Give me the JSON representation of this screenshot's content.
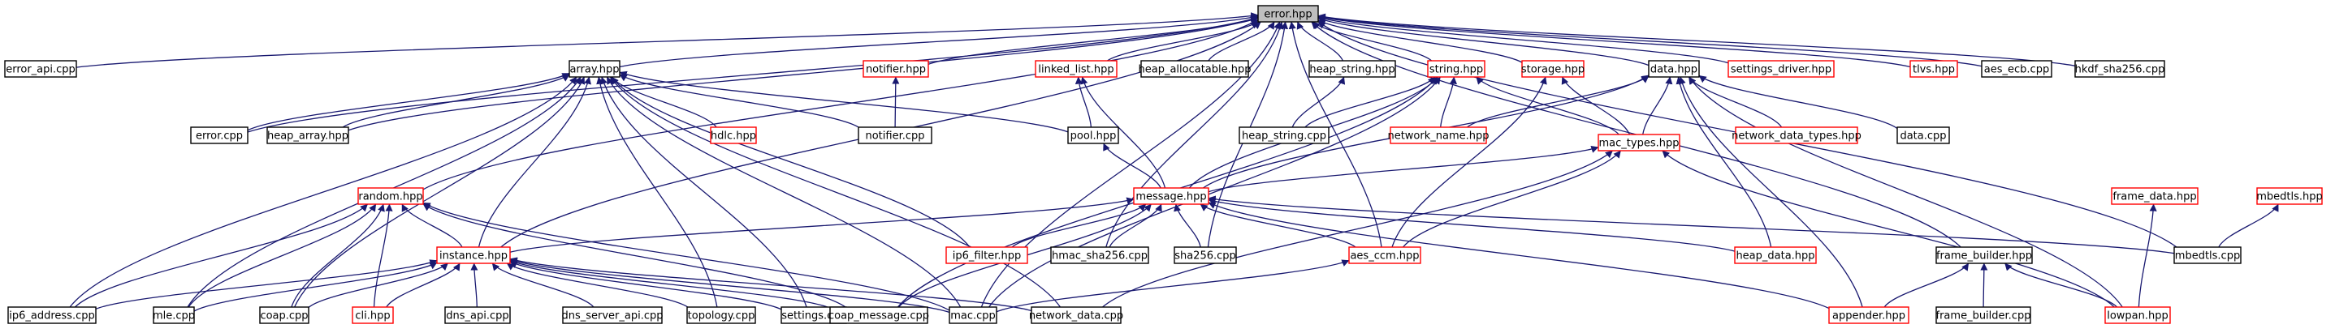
{
  "colors": {
    "edge": "#191970",
    "box_black": "#000000",
    "box_red": "#ff0000",
    "root_fill": "#bfbfbf"
  },
  "graph": {
    "root": "error.hpp",
    "nodes": [
      {
        "id": "error_hpp",
        "label": "error.hpp",
        "style": "root"
      },
      {
        "id": "error_api_cpp",
        "label": "error_api.cpp",
        "style": "black"
      },
      {
        "id": "array_hpp",
        "label": "array.hpp",
        "style": "black"
      },
      {
        "id": "notifier_hpp",
        "label": "notifier.hpp",
        "style": "red"
      },
      {
        "id": "linked_list_hpp",
        "label": "linked_list.hpp",
        "style": "red"
      },
      {
        "id": "heap_allocatable_hpp",
        "label": "heap_allocatable.hpp",
        "style": "black"
      },
      {
        "id": "heap_string_hpp",
        "label": "heap_string.hpp",
        "style": "black"
      },
      {
        "id": "string_hpp",
        "label": "string.hpp",
        "style": "red"
      },
      {
        "id": "storage_hpp",
        "label": "storage.hpp",
        "style": "red"
      },
      {
        "id": "data_hpp",
        "label": "data.hpp",
        "style": "black"
      },
      {
        "id": "settings_driver_hpp",
        "label": "settings_driver.hpp",
        "style": "red"
      },
      {
        "id": "tlvs_hpp",
        "label": "tlvs.hpp",
        "style": "red"
      },
      {
        "id": "aes_ecb_cpp",
        "label": "aes_ecb.cpp",
        "style": "black"
      },
      {
        "id": "hkdf_sha256_cpp",
        "label": "hkdf_sha256.cpp",
        "style": "black"
      },
      {
        "id": "error_cpp",
        "label": "error.cpp",
        "style": "black"
      },
      {
        "id": "heap_array_hpp",
        "label": "heap_array.hpp",
        "style": "black"
      },
      {
        "id": "hdlc_hpp",
        "label": "hdlc.hpp",
        "style": "red"
      },
      {
        "id": "notifier_cpp",
        "label": "notifier.cpp",
        "style": "black"
      },
      {
        "id": "pool_hpp",
        "label": "pool.hpp",
        "style": "black"
      },
      {
        "id": "heap_string_cpp",
        "label": "heap_string.cpp",
        "style": "black"
      },
      {
        "id": "network_name_hpp",
        "label": "network_name.hpp",
        "style": "red"
      },
      {
        "id": "mac_types_hpp",
        "label": "mac_types.hpp",
        "style": "red"
      },
      {
        "id": "network_data_types_hpp",
        "label": "network_data_types.hpp",
        "style": "red"
      },
      {
        "id": "data_cpp",
        "label": "data.cpp",
        "style": "black"
      },
      {
        "id": "mbedtls_hpp",
        "label": "mbedtls.hpp",
        "style": "red"
      },
      {
        "id": "random_hpp",
        "label": "random.hpp",
        "style": "red"
      },
      {
        "id": "message_hpp",
        "label": "message.hpp",
        "style": "red"
      },
      {
        "id": "frame_data_hpp",
        "label": "frame_data.hpp",
        "style": "red"
      },
      {
        "id": "instance_hpp",
        "label": "instance.hpp",
        "style": "red"
      },
      {
        "id": "ip6_filter_hpp",
        "label": "ip6_filter.hpp",
        "style": "red"
      },
      {
        "id": "hmac_sha256_cpp",
        "label": "hmac_sha256.cpp",
        "style": "black"
      },
      {
        "id": "sha256_cpp",
        "label": "sha256.cpp",
        "style": "black"
      },
      {
        "id": "aes_ccm_hpp",
        "label": "aes_ccm.hpp",
        "style": "red"
      },
      {
        "id": "heap_data_hpp",
        "label": "heap_data.hpp",
        "style": "red"
      },
      {
        "id": "frame_builder_hpp",
        "label": "frame_builder.hpp",
        "style": "black"
      },
      {
        "id": "mbedtls_cpp",
        "label": "mbedtls.cpp",
        "style": "black"
      },
      {
        "id": "ip6_address_cpp",
        "label": "ip6_address.cpp",
        "style": "black"
      },
      {
        "id": "mle_cpp",
        "label": "mle.cpp",
        "style": "black"
      },
      {
        "id": "coap_cpp",
        "label": "coap.cpp",
        "style": "black"
      },
      {
        "id": "cli_hpp",
        "label": "cli.hpp",
        "style": "red"
      },
      {
        "id": "dns_api_cpp",
        "label": "dns_api.cpp",
        "style": "black"
      },
      {
        "id": "dns_server_api_cpp",
        "label": "dns_server_api.cpp",
        "style": "black"
      },
      {
        "id": "topology_cpp",
        "label": "topology.cpp",
        "style": "black"
      },
      {
        "id": "settings_cpp",
        "label": "settings.cpp",
        "style": "black"
      },
      {
        "id": "coap_message_cpp",
        "label": "coap_message.cpp",
        "style": "black"
      },
      {
        "id": "mac_cpp",
        "label": "mac.cpp",
        "style": "black"
      },
      {
        "id": "network_data_cpp",
        "label": "network_data.cpp",
        "style": "black"
      },
      {
        "id": "appender_hpp",
        "label": "appender.hpp",
        "style": "red"
      },
      {
        "id": "frame_builder_cpp",
        "label": "frame_builder.cpp",
        "style": "black"
      },
      {
        "id": "lowpan_hpp",
        "label": "lowpan.hpp",
        "style": "red"
      }
    ],
    "edges": [
      [
        "error_api_cpp",
        "error_hpp"
      ],
      [
        "array_hpp",
        "error_hpp"
      ],
      [
        "notifier_hpp",
        "error_hpp"
      ],
      [
        "linked_list_hpp",
        "error_hpp"
      ],
      [
        "heap_allocatable_hpp",
        "error_hpp"
      ],
      [
        "heap_string_hpp",
        "error_hpp"
      ],
      [
        "string_hpp",
        "error_hpp"
      ],
      [
        "storage_hpp",
        "error_hpp"
      ],
      [
        "data_hpp",
        "error_hpp"
      ],
      [
        "settings_driver_hpp",
        "error_hpp"
      ],
      [
        "tlvs_hpp",
        "error_hpp"
      ],
      [
        "aes_ecb_cpp",
        "error_hpp"
      ],
      [
        "hkdf_sha256_cpp",
        "error_hpp"
      ],
      [
        "error_cpp",
        "error_hpp"
      ],
      [
        "heap_array_hpp",
        "error_hpp"
      ],
      [
        "random_hpp",
        "error_hpp"
      ],
      [
        "instance_hpp",
        "error_hpp"
      ],
      [
        "mbedtls_cpp",
        "error_hpp"
      ],
      [
        "frame_builder_hpp",
        "error_hpp"
      ],
      [
        "hmac_sha256_cpp",
        "error_hpp"
      ],
      [
        "sha256_cpp",
        "error_hpp"
      ],
      [
        "aes_ccm_hpp",
        "error_hpp"
      ],
      [
        "mac_cpp",
        "error_hpp"
      ],
      [
        "error_cpp",
        "array_hpp"
      ],
      [
        "heap_array_hpp",
        "array_hpp"
      ],
      [
        "hdlc_hpp",
        "array_hpp"
      ],
      [
        "notifier_cpp",
        "array_hpp"
      ],
      [
        "pool_hpp",
        "array_hpp"
      ],
      [
        "ip6_filter_hpp",
        "array_hpp"
      ],
      [
        "instance_hpp",
        "array_hpp"
      ],
      [
        "ip6_address_cpp",
        "array_hpp"
      ],
      [
        "mle_cpp",
        "array_hpp"
      ],
      [
        "coap_cpp",
        "array_hpp"
      ],
      [
        "topology_cpp",
        "array_hpp"
      ],
      [
        "settings_cpp",
        "array_hpp"
      ],
      [
        "mac_cpp",
        "array_hpp"
      ],
      [
        "network_data_cpp",
        "array_hpp"
      ],
      [
        "notifier_cpp",
        "notifier_hpp"
      ],
      [
        "pool_hpp",
        "linked_list_hpp"
      ],
      [
        "message_hpp",
        "linked_list_hpp"
      ],
      [
        "message_hpp",
        "pool_hpp"
      ],
      [
        "heap_string_cpp",
        "heap_string_hpp"
      ],
      [
        "heap_string_cpp",
        "string_hpp"
      ],
      [
        "network_name_hpp",
        "string_hpp"
      ],
      [
        "mac_types_hpp",
        "string_hpp"
      ],
      [
        "message_hpp",
        "string_hpp"
      ],
      [
        "mac_cpp",
        "string_hpp"
      ],
      [
        "coap_message_cpp",
        "string_hpp"
      ],
      [
        "mac_types_hpp",
        "storage_hpp"
      ],
      [
        "aes_ccm_hpp",
        "storage_hpp"
      ],
      [
        "network_name_hpp",
        "data_hpp"
      ],
      [
        "mac_types_hpp",
        "data_hpp"
      ],
      [
        "network_data_types_hpp",
        "data_hpp"
      ],
      [
        "data_cpp",
        "data_hpp"
      ],
      [
        "message_hpp",
        "data_hpp"
      ],
      [
        "heap_data_hpp",
        "data_hpp"
      ],
      [
        "appender_hpp",
        "data_hpp"
      ],
      [
        "lowpan_hpp",
        "data_hpp"
      ],
      [
        "message_hpp",
        "mac_types_hpp"
      ],
      [
        "aes_ccm_hpp",
        "mac_types_hpp"
      ],
      [
        "network_data_cpp",
        "mac_types_hpp"
      ],
      [
        "lowpan_hpp",
        "mac_types_hpp"
      ],
      [
        "mbedtls_cpp",
        "mbedtls_hpp"
      ],
      [
        "instance_hpp",
        "random_hpp"
      ],
      [
        "ip6_address_cpp",
        "random_hpp"
      ],
      [
        "mle_cpp",
        "random_hpp"
      ],
      [
        "coap_cpp",
        "random_hpp"
      ],
      [
        "cli_hpp",
        "random_hpp"
      ],
      [
        "mac_cpp",
        "random_hpp"
      ],
      [
        "coap_message_cpp",
        "random_hpp"
      ],
      [
        "instance_hpp",
        "message_hpp"
      ],
      [
        "ip6_filter_hpp",
        "message_hpp"
      ],
      [
        "hmac_sha256_cpp",
        "message_hpp"
      ],
      [
        "sha256_cpp",
        "message_hpp"
      ],
      [
        "aes_ccm_hpp",
        "message_hpp"
      ],
      [
        "heap_data_hpp",
        "message_hpp"
      ],
      [
        "mbedtls_cpp",
        "message_hpp"
      ],
      [
        "coap_message_cpp",
        "message_hpp"
      ],
      [
        "appender_hpp",
        "message_hpp"
      ],
      [
        "lowpan_hpp",
        "frame_data_hpp"
      ],
      [
        "ip6_address_cpp",
        "instance_hpp"
      ],
      [
        "mle_cpp",
        "instance_hpp"
      ],
      [
        "coap_cpp",
        "instance_hpp"
      ],
      [
        "cli_hpp",
        "instance_hpp"
      ],
      [
        "dns_api_cpp",
        "instance_hpp"
      ],
      [
        "dns_server_api_cpp",
        "instance_hpp"
      ],
      [
        "topology_cpp",
        "instance_hpp"
      ],
      [
        "settings_cpp",
        "instance_hpp"
      ],
      [
        "coap_message_cpp",
        "instance_hpp"
      ],
      [
        "mac_cpp",
        "instance_hpp"
      ],
      [
        "network_data_cpp",
        "instance_hpp"
      ],
      [
        "mac_cpp",
        "aes_ccm_hpp"
      ],
      [
        "appender_hpp",
        "frame_builder_hpp"
      ],
      [
        "frame_builder_cpp",
        "frame_builder_hpp"
      ],
      [
        "lowpan_hpp",
        "frame_builder_hpp"
      ]
    ]
  }
}
